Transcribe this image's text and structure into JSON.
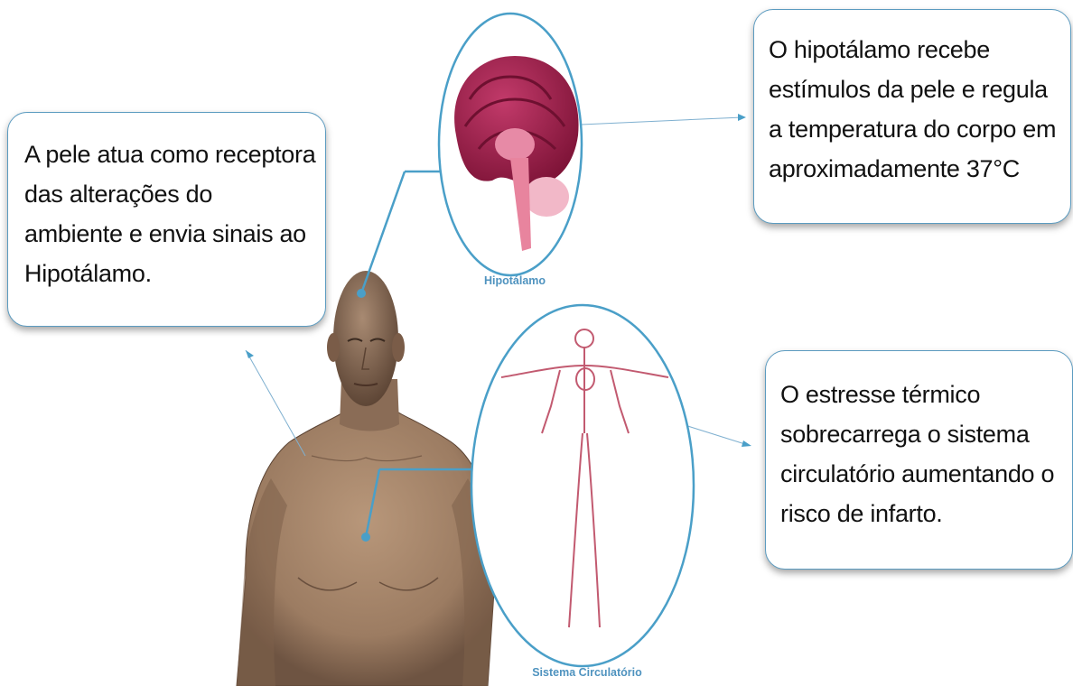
{
  "callouts": {
    "skin": "A pele atua como receptora das alterações do ambiente e envia sinais ao Hipotálamo.",
    "hypothalamus": "O hipotálamo recebe estímulos da pele e regula a temperatura do corpo em aproximadamente 37°C",
    "stress": "O estresse térmico sobrecarrega o sistema circulatório aumentando o risco de infarto."
  },
  "captions": {
    "brain": "Hipotálamo",
    "circulatory": "Sistema Circulatório"
  },
  "colors": {
    "accent_line": "#4a9fc8",
    "callout_border": "#5b9bc0",
    "caption": "#4f93bf",
    "brain": "#a4214f",
    "skin": "#b09070"
  }
}
